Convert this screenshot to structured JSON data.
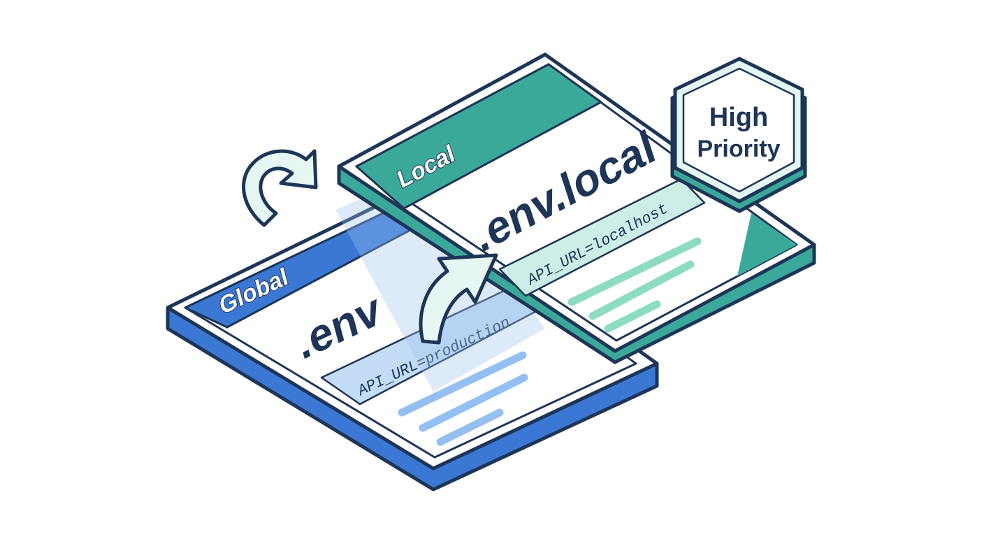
{
  "colors": {
    "navy": "#1d3557",
    "global_blue": "#3a78d4",
    "global_blue_dark": "#2d5fb0",
    "global_blue_light": "#c5dcf6",
    "global_line": "#94bff0",
    "local_teal": "#3aa99a",
    "local_teal_dark": "#2c8c80",
    "local_teal_light": "#cdeee6",
    "local_line": "#8ddcc0",
    "badge_fill": "#e4f6f1",
    "arrow_fill": "#e6f6f3"
  },
  "global_panel": {
    "tag": "Global",
    "filename": ".env",
    "variable": "API_URL=production"
  },
  "local_panel": {
    "tag": "Local",
    "filename": ".env.local",
    "variable": "API_URL=localhost"
  },
  "priority_badge": {
    "line1": "High",
    "line2": "Priority"
  },
  "icons": {
    "override_arrow": "curved-arrow-icon",
    "refresh_arrow": "refresh-arrow-icon"
  }
}
